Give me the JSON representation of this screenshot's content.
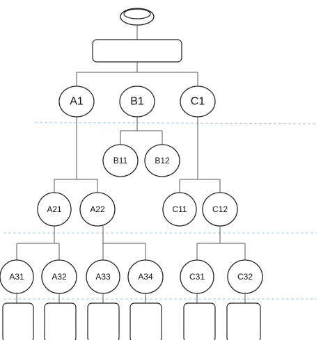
{
  "diagram": {
    "top_nodes": [
      {
        "id": "A1",
        "label": "A1"
      },
      {
        "id": "B1",
        "label": "B1"
      },
      {
        "id": "C1",
        "label": "C1"
      }
    ],
    "level2_nodes": [
      {
        "id": "B11",
        "label": "B11"
      },
      {
        "id": "B12",
        "label": "B12"
      }
    ],
    "level3_nodes": [
      {
        "id": "A21",
        "label": "A21"
      },
      {
        "id": "A22",
        "label": "A22"
      },
      {
        "id": "C11",
        "label": "C11"
      },
      {
        "id": "C12",
        "label": "C12"
      }
    ],
    "level4_nodes": [
      {
        "id": "A31",
        "label": "A31"
      },
      {
        "id": "A32",
        "label": "A32"
      },
      {
        "id": "A33",
        "label": "A33"
      },
      {
        "id": "A34",
        "label": "A34"
      },
      {
        "id": "C31",
        "label": "C31"
      },
      {
        "id": "C32",
        "label": "C32"
      }
    ]
  },
  "colors": {
    "line": "#555555",
    "separator": "#9cc8e8",
    "node_stroke": "#222222"
  }
}
